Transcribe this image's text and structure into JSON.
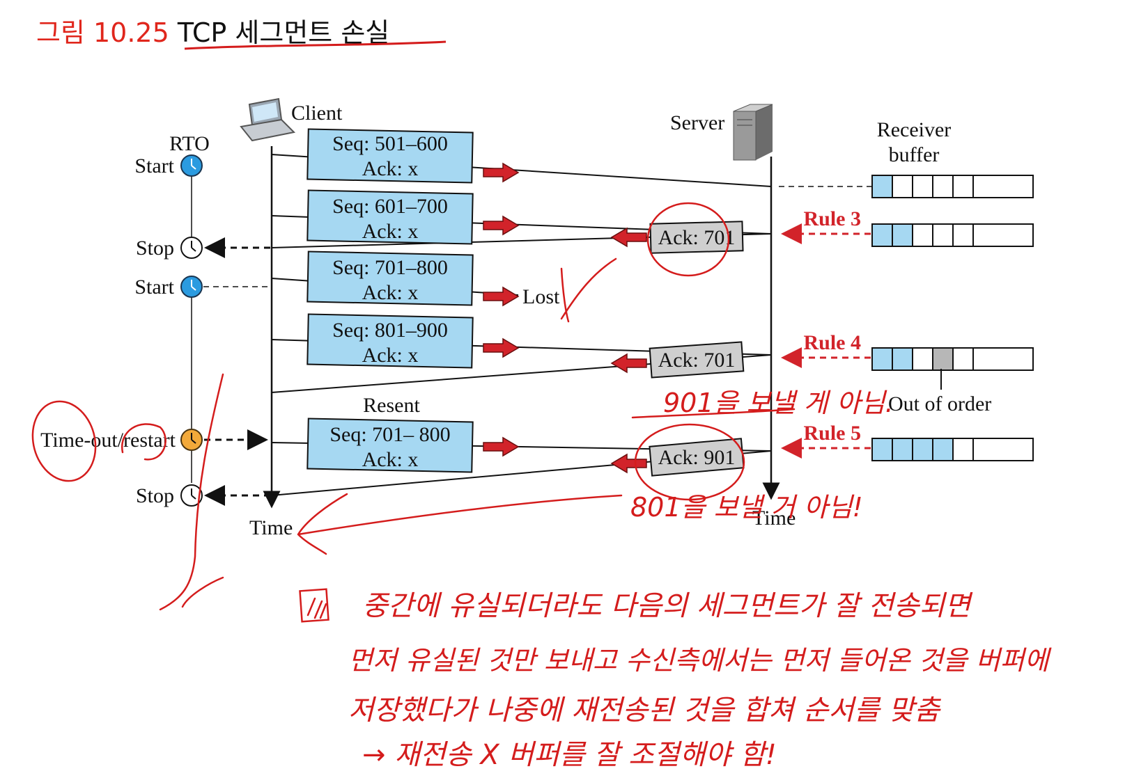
{
  "title": {
    "prefix": "그림 10.25",
    "main": "TCP 세그먼트 손실"
  },
  "labels": {
    "client": "Client",
    "server": "Server",
    "rto": "RTO",
    "receiver_buffer_1": "Receiver",
    "receiver_buffer_2": "buffer",
    "time_left": "Time",
    "time_right": "Time",
    "lost": "Lost",
    "resent": "Resent",
    "out_of_order": "Out of order"
  },
  "timer_events": [
    "Start",
    "Stop",
    "Start",
    "Time-out/restart",
    "Stop"
  ],
  "segments": [
    {
      "seq": "Seq: 501–600",
      "ack": "Ack: x"
    },
    {
      "seq": "Seq: 601–700",
      "ack": "Ack: x"
    },
    {
      "seq": "Seq: 701–800",
      "ack": "Ack: x"
    },
    {
      "seq": "Seq: 801–900",
      "ack": "Ack: x"
    },
    {
      "seq": "Seq: 701– 800",
      "ack": "Ack: x"
    }
  ],
  "acks": [
    "Ack: 701",
    "Ack: 701",
    "Ack: 901"
  ],
  "rules": [
    "Rule 3",
    "Rule 4",
    "Rule 5"
  ],
  "buffers": [
    [
      "filled",
      "empty",
      "empty",
      "empty",
      "empty",
      "empty"
    ],
    [
      "filled",
      "filled",
      "empty",
      "empty",
      "empty",
      "empty"
    ],
    [
      "filled",
      "filled",
      "empty",
      "gray",
      "empty",
      "empty"
    ],
    [
      "filled",
      "filled",
      "filled",
      "filled",
      "empty",
      "empty"
    ]
  ],
  "handwritten": {
    "note_901": "901을 보낼 게 아님.",
    "note_801": "801을 보낼 거 아님!",
    "note_lines": [
      "중간에 유실되더라도 다음의 세그먼트가 잘 전송되면",
      "먼저 유실된 것만 보내고 수신측에서는 먼저 들어온 것을 버퍼에",
      "저장했다가 나중에 재전송된 것을 합쳐 순서를 맞춤",
      "→ 재전송 X 버퍼를 잘 조절해야 함!"
    ]
  },
  "colors": {
    "segment_fill": "#a6d8f2",
    "ack_fill": "#cfcfcf",
    "rule_red": "#d2232a",
    "pen_red": "#d41c1c",
    "timer_blue": "#2b9be0",
    "timer_orange": "#f2a93a"
  }
}
